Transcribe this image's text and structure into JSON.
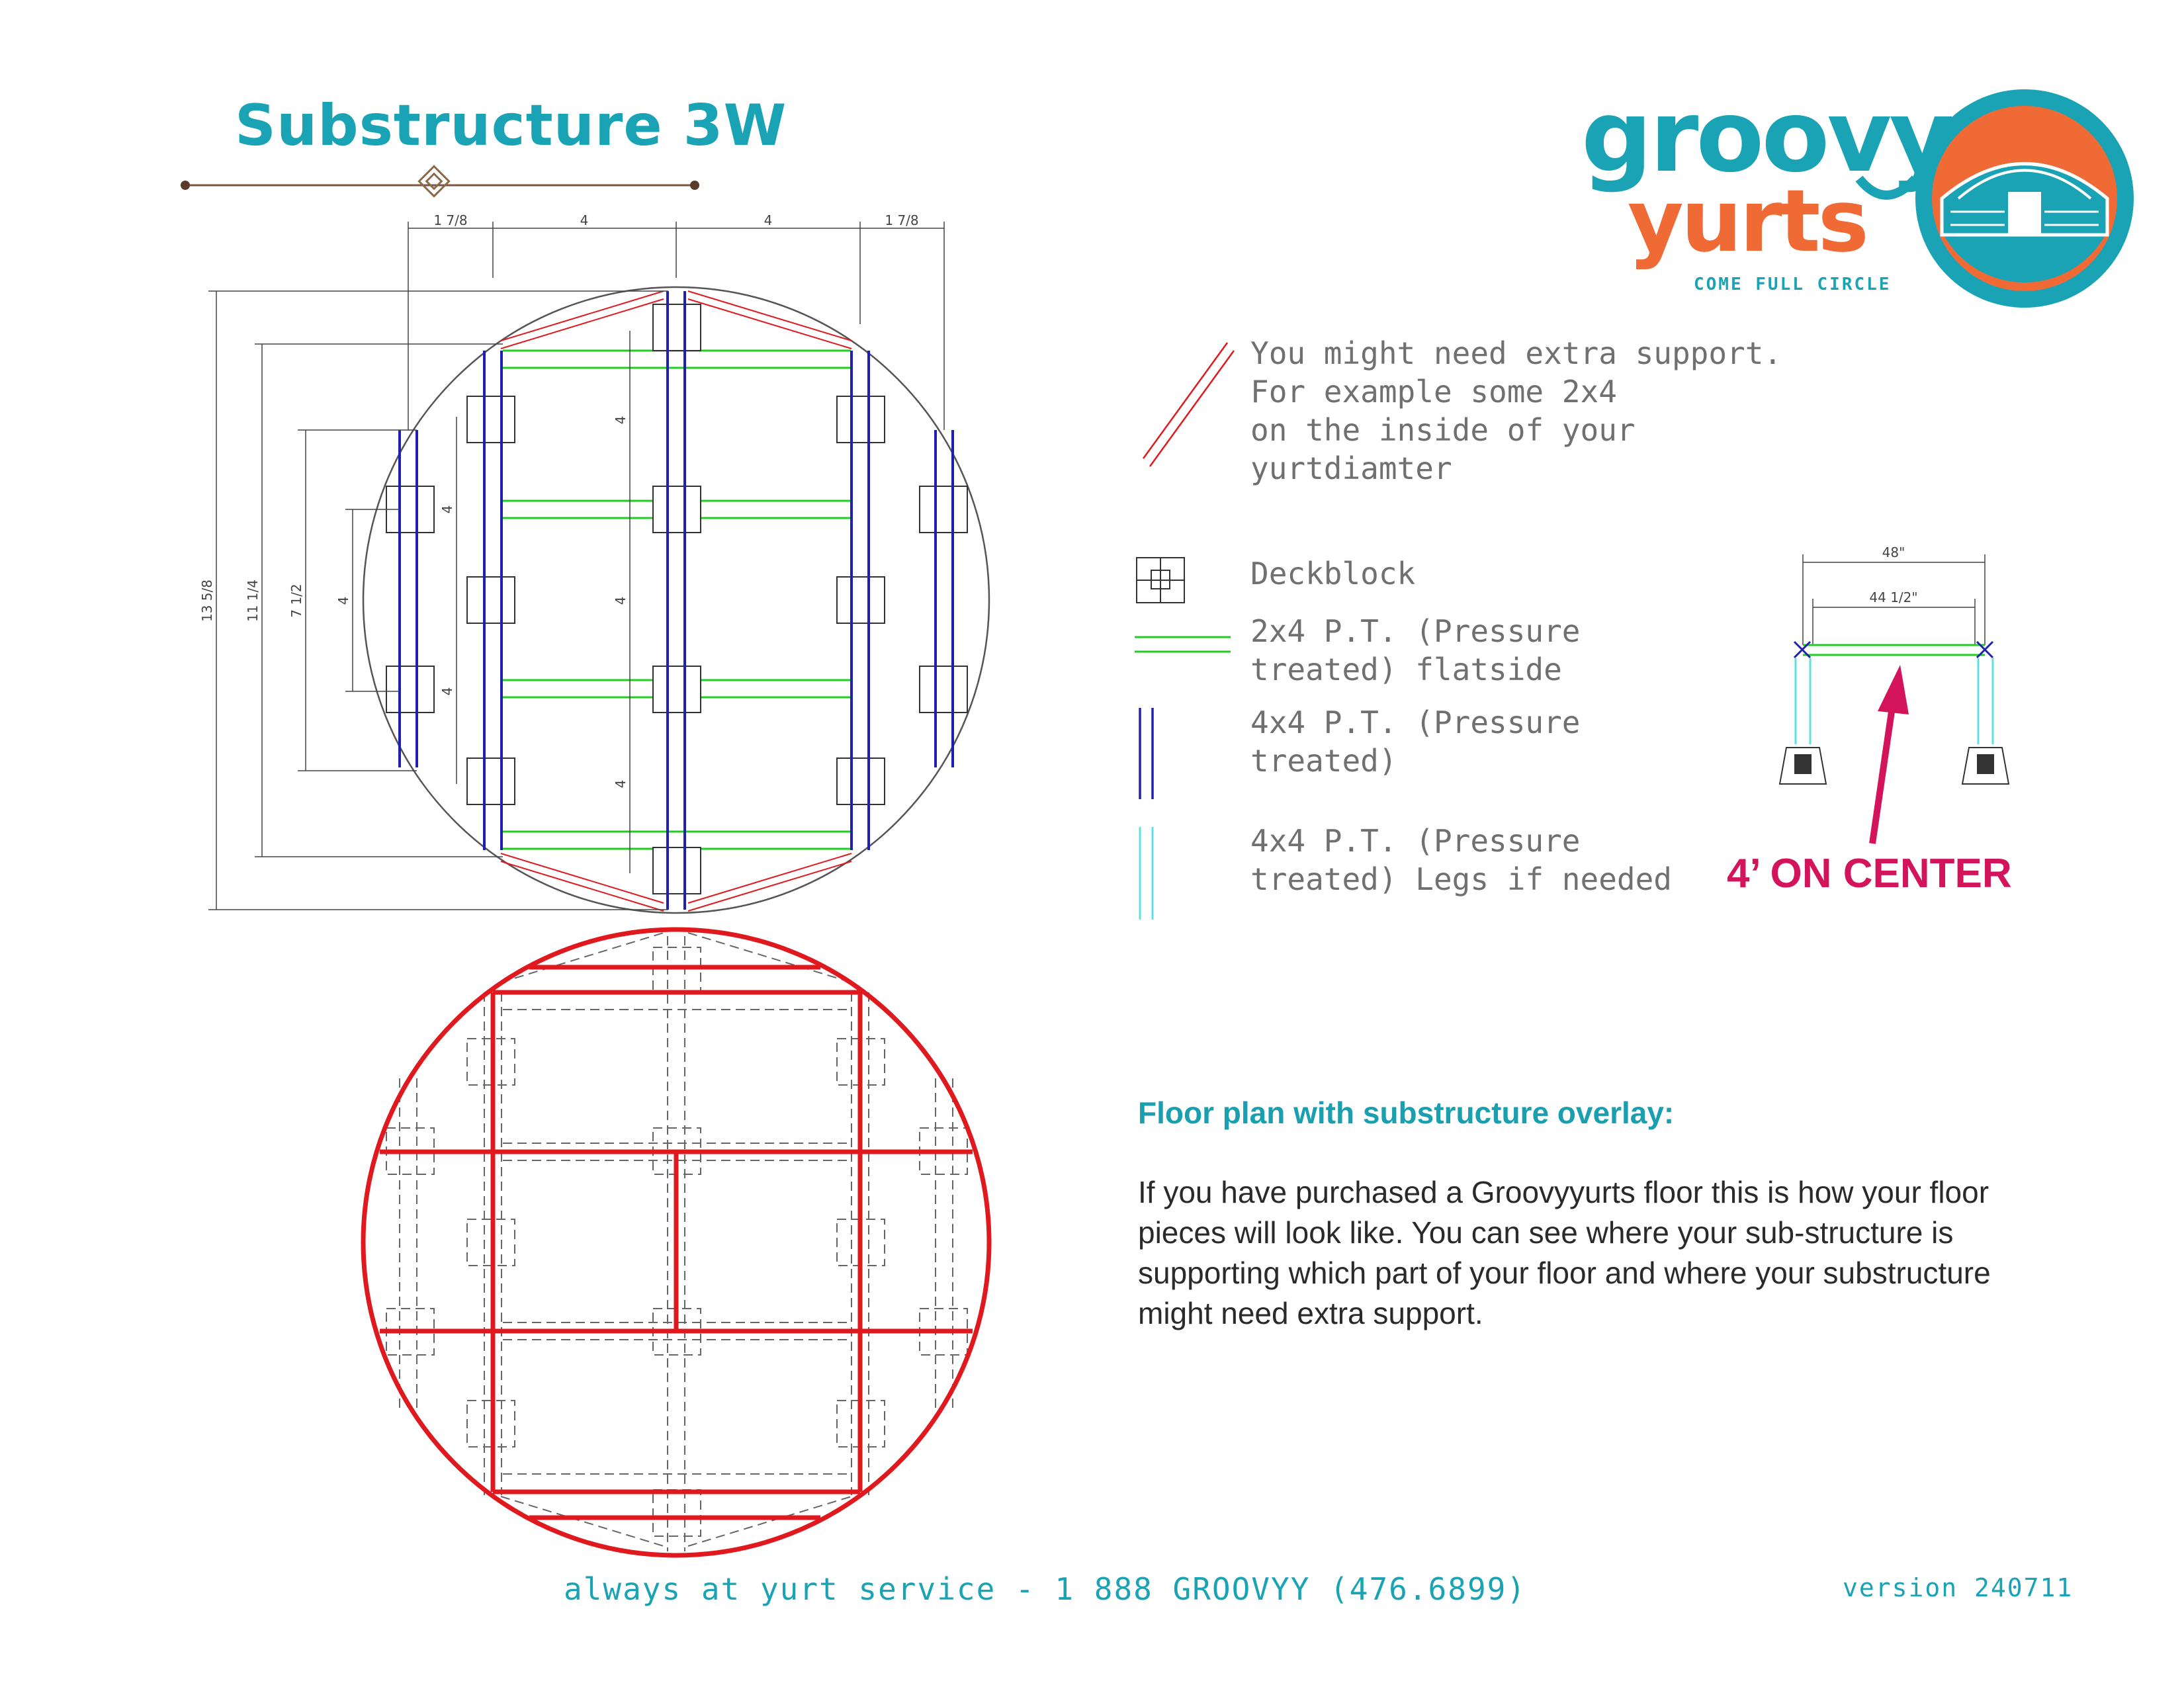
{
  "title": "Substructure 3W",
  "logo": {
    "word1": "groovy",
    "word2": "yurts",
    "tagline": "COME FULL CIRCLE",
    "colors": {
      "teal": "#1aa3b4",
      "orange": "#ef6a35"
    }
  },
  "plan_dimensions": {
    "top": [
      "1 7/8",
      "4",
      "4",
      "1 7/8"
    ],
    "left": [
      "13 5/8",
      "11 1/4",
      "7 1/2",
      "4"
    ],
    "spacing": "4"
  },
  "legend": {
    "extra_support": "You might need extra support.\nFor example some 2x4\non the inside of your\nyurtdiamter",
    "deckblock": "Deckblock",
    "joist_2x4": "2x4 P.T. (Pressure\ntreated) flatside",
    "beam_4x4": "4x4 P.T. (Pressure\ntreated)",
    "legs_4x4": "4x4 P.T. (Pressure\ntreated) Legs if needed"
  },
  "detail": {
    "outer": "48\"",
    "inner": "44 1/2\"",
    "callout": "4’ ON CENTER"
  },
  "floor_overlay": {
    "heading": "Floor plan with substructure overlay:",
    "body": "If you have purchased a Groovyyurts floor this is how your floor pieces will look like. You can see where your sub-structure is supporting which part of your floor and where your substructure might need extra support."
  },
  "footer": {
    "service": "always at yurt service - 1 888 GROOVYY (476.6899)",
    "version": "version 240711"
  },
  "colors": {
    "red": "#e0191f",
    "green": "#22cc22",
    "blue": "#2020b0",
    "cyan": "#5fe0e0",
    "magenta": "#d4145a"
  }
}
